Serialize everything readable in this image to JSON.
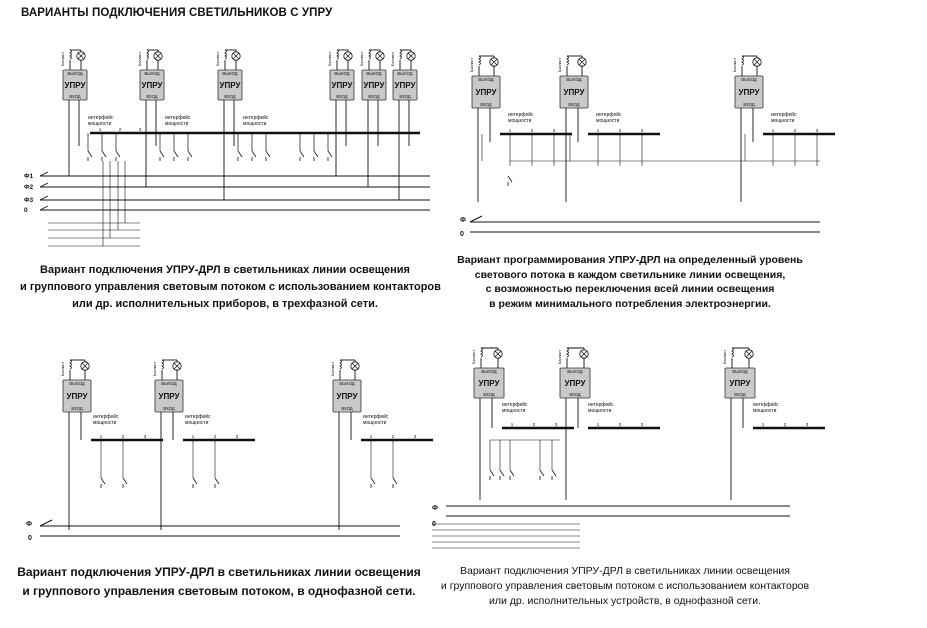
{
  "page": {
    "title": "ВАРИАНТЫ ПОДКЛЮЧЕНИЯ СВЕТИЛЬНИКОВ С УПРУ"
  },
  "unit_labels": {
    "top": "ВЫХОД",
    "brand": "УПРУ",
    "bottom": "ВХОД",
    "interface": [
      "интерфейс",
      "мощности"
    ],
    "terminals": [
      "1",
      "2",
      "3"
    ],
    "ballast": "Балласт"
  },
  "bus_labels": {
    "three_phase": [
      "Ф1",
      "Ф2",
      "Ф3",
      "0"
    ],
    "single_phase": [
      "Ф",
      "0"
    ]
  },
  "diagrams": [
    {
      "id": "three-phase-group",
      "caption_lines": [
        "Вариант подключения УПРУ-ДРЛ в светильниках линии освещения",
        "и группового управления световым потоком с использованием контакторов",
        "или др. исполнительных приборов, в трехфазной сети."
      ]
    },
    {
      "id": "programmed-level",
      "caption_lines": [
        "Вариант программирования УПРУ-ДРЛ на определенный уровень",
        "светового потока в каждом светильнике линии освещения,",
        "с возможностью переключения всей линии освещения",
        "в режим минимального потребления электроэнергии."
      ]
    },
    {
      "id": "single-phase-group",
      "caption_lines": [
        "Вариант подключения УПРУ-ДРЛ в светильниках линии освещения",
        "и группового управления световым  потоком, в однофазной сети."
      ]
    },
    {
      "id": "single-phase-contactors",
      "caption_lines": [
        "Вариант подключения УПРУ-ДРЛ в светильниках линии освещения",
        "и группового управления световым потоком с использованием контакторов",
        "или др. исполнительных устройств, в однофазной сети."
      ]
    }
  ]
}
